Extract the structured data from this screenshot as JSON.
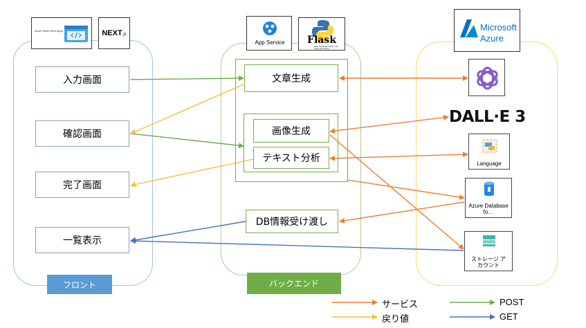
{
  "front": {
    "tag": "フロント",
    "logos": {
      "static_web_apps": "Azure Static Web Apps",
      "next": "NEXT",
      "next_suffix": ".js"
    },
    "screens": [
      "入力画面",
      "確認画面",
      "完了画面",
      "一覧表示"
    ]
  },
  "backend": {
    "tag": "バックエンド",
    "logos": {
      "app_service": "App Service",
      "flask": "Flask",
      "flask_sub": "web development, one drop at a time"
    },
    "modules": {
      "text_gen": "文章生成",
      "image_gen": "画像生成",
      "text_analysis": "テキスト分析",
      "db_transfer": "DB情報受け渡し"
    }
  },
  "azure": {
    "logo_line1": "Microsoft",
    "logo_line2": "Azure",
    "dalle": "DALL·E 3",
    "language": "Language",
    "database": "Azure Database fo…",
    "storage": "ストレージ アカウント"
  },
  "legend": {
    "service": "サービス",
    "return": "戻り値",
    "post": "POST",
    "get": "GET"
  },
  "colors": {
    "service": "#ed7d31",
    "return": "#f2c12e",
    "post": "#70ad47",
    "get": "#4472c4",
    "front_border": "#9dc3e6",
    "backend_border": "#a9d18e",
    "azure_border": "#ffd966",
    "front_tag": "#5b9bd5",
    "backend_tag": "#70ad47"
  }
}
